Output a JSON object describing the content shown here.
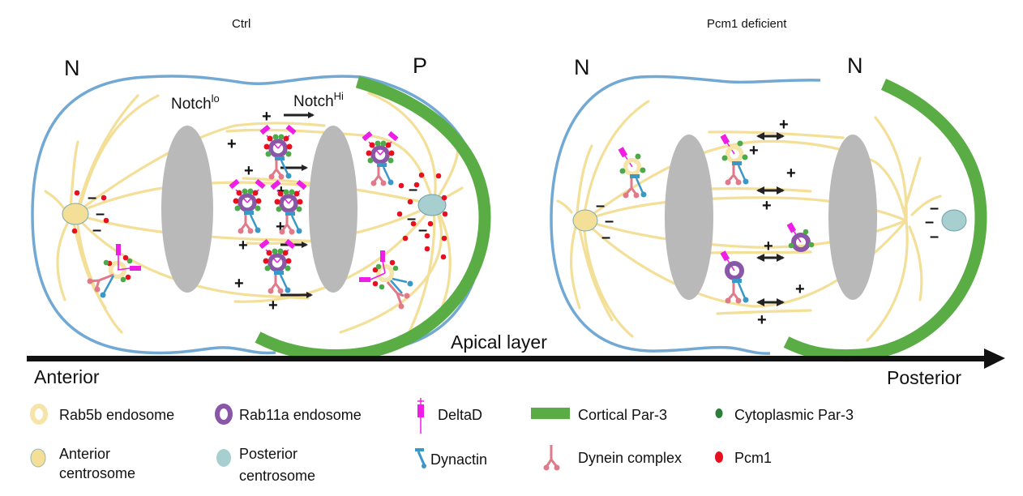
{
  "figure": {
    "panels": [
      {
        "title": "Ctrl",
        "left_pole": "N",
        "right_pole": "P",
        "notch_low": {
          "base": "Notch",
          "sup": "lo"
        },
        "notch_high": {
          "base": "Notch",
          "sup": "Hi"
        },
        "transport": "directional",
        "plus_sign": "+",
        "minus_sign": "–"
      },
      {
        "title": "Pcm1 deficient",
        "left_pole": "N",
        "right_pole": "N",
        "transport": "bidirectional",
        "plus_sign": "+",
        "minus_sign": "–"
      }
    ],
    "axis": {
      "label": "Apical layer",
      "start": "Anterior",
      "end": "Posterior"
    },
    "legend": [
      {
        "label": "Rab5b endosome",
        "icon": "rab5b-endosome-icon"
      },
      {
        "label": "Rab11a endosome",
        "icon": "rab11a-endosome-icon"
      },
      {
        "label": "DeltaD",
        "icon": "deltad-icon"
      },
      {
        "label": "Cortical Par-3",
        "icon": "cortical-par3-icon"
      },
      {
        "label": "Cytoplasmic Par-3",
        "icon": "cytoplasmic-par3-icon"
      },
      {
        "label": "Anterior",
        "label2": "centrosome",
        "icon": "anterior-centrosome-icon"
      },
      {
        "label": "Posterior",
        "label2": "centrosome",
        "icon": "posterior-centrosome-icon"
      },
      {
        "label": "Dynactin",
        "icon": "dynactin-icon"
      },
      {
        "label": "Dynein complex",
        "icon": "dynein-complex-icon"
      },
      {
        "label": "Pcm1",
        "icon": "pcm1-icon"
      }
    ],
    "colors": {
      "membrane": "#72a9d4",
      "cortical_par3": "#5aac45",
      "cytoplasmic_par3": "#4daa4a",
      "microtubule": "#f3df98",
      "chromosome": "#b9b9b9",
      "anterior_centrosome": "#f3df98",
      "posterior_centrosome": "#a8cfd0",
      "rab5b": "#f6e4a8",
      "rab11a": "#8a57a8",
      "deltad": "#ee1ee6",
      "dynactin": "#3a98c8",
      "dynein": "#e07a8a",
      "pcm1": "#e8101e"
    }
  }
}
